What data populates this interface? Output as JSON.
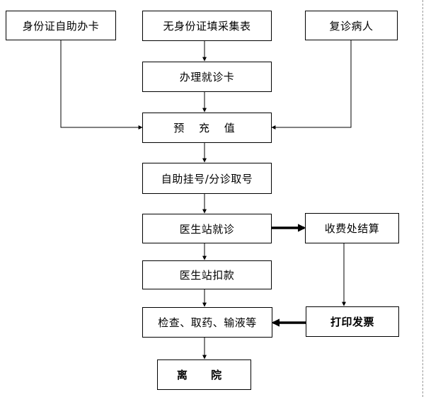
{
  "nodes": {
    "id_card_self": "身份证自助办卡",
    "no_id_form": "无身份证填采集表",
    "return_patient": "复诊病人",
    "apply_card": "办理就诊卡",
    "prepay": "预 充 值",
    "self_register": "自助挂号/分诊取号",
    "doctor_station": "医生站就诊",
    "cashier_settle": "收费处结算",
    "doctor_deduct": "医生站扣款",
    "exam_medicine": "检查、取药、输液等",
    "print_invoice": "打印发票",
    "discharge": "离 院"
  },
  "colors": {
    "line": "#000000",
    "border": "#000000",
    "background": "#ffffff",
    "side_dash": "#999999"
  }
}
